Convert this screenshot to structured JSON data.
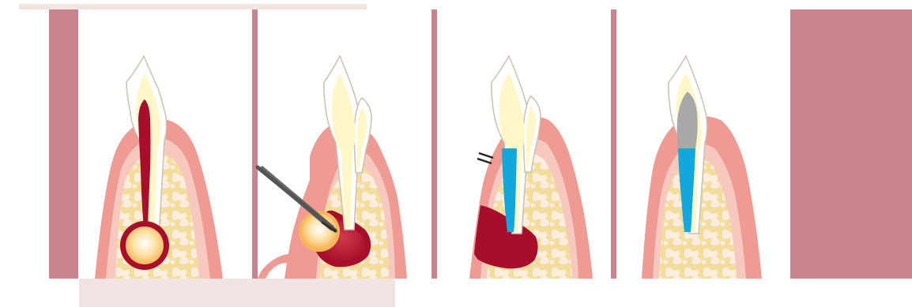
{
  "colors": {
    "background": "#ffffff",
    "frame": "#c9848d",
    "frame_light": "#f3e4e4",
    "gum": "#ef9a92",
    "gum_inner": "#f7c8bd",
    "bone": "#f2dd9a",
    "bone_cell": "#fbeee0",
    "enamel": "#ffffff",
    "dentin": "#fff7c8",
    "pulp": "#a80d29",
    "abscess_outer": "#a80d29",
    "abscess_inner": "#ffd98a",
    "abscess_core": "#ffffff",
    "filling_blue": "#12a8dc",
    "filling_gray": "#a8a8a8",
    "instrument": "#6b6b6b",
    "cyst": "#a80d29"
  },
  "panels": [
    {
      "name": "infected-tooth",
      "state": "pulp-infection-with-periapical-abscess"
    },
    {
      "name": "apicoectomy",
      "state": "instrument-removing-root-tip-and-lesion"
    },
    {
      "name": "retrograde-filling",
      "state": "root-canal-filled-blue-with-defect"
    },
    {
      "name": "restored-tooth",
      "state": "crown-filled-gray-root-filled-blue"
    }
  ]
}
